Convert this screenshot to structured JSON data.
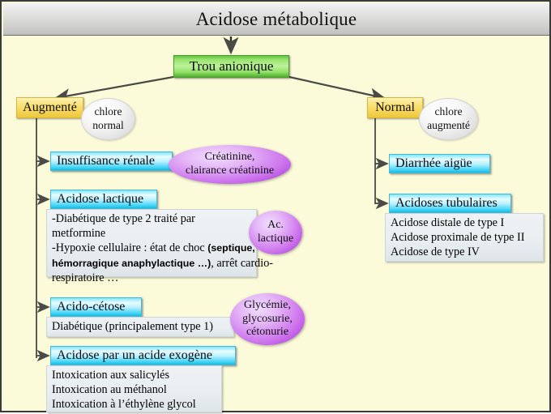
{
  "title": "Acidose métabolique",
  "root_node": "Trou anionique",
  "branches": {
    "left": {
      "label": "Augmenté",
      "marker_line1": "chlore",
      "marker_line2": "normal"
    },
    "right": {
      "label": "Normal",
      "marker_line1": "chlore",
      "marker_line2": "augmenté"
    }
  },
  "left_items": [
    {
      "heading": "Insuffisance rénale",
      "lines": [],
      "bubble": [
        "Créatinine,",
        "clairance créatinine"
      ]
    },
    {
      "heading": "Acidose lactique",
      "lines": [
        "-Diabétique de type 2 traité par",
        "metformine",
        "-Hypoxie cellulaire : état de choc (septique,",
        "hémorragique anaphylactique …), arrêt cardio-",
        "respiratoire …"
      ],
      "bubble": [
        "Ac.",
        "lactique"
      ]
    },
    {
      "heading": "Acido-cétose",
      "lines": [
        "Diabétique (principalement type 1)"
      ],
      "bubble": [
        "Glycémie,",
        "glycosurie,",
        "cétonurie"
      ]
    },
    {
      "heading": "Acidose par un acide exogène",
      "lines": [
        "Intoxication aux salicylés",
        "Intoxication au méthanol",
        "Intoxication à l’éthylène glycol"
      ],
      "bubble": []
    }
  ],
  "right_items": [
    {
      "heading": "Diarrhée aigüe",
      "lines": []
    },
    {
      "heading": "Acidoses tubulaires",
      "lines": [
        "Acidose distale de type I",
        "Acidose proximale de type II",
        "Acidose de type IV"
      ]
    }
  ],
  "colors": {
    "background": "#fbfbda",
    "title_bar": "#dededd",
    "root_node": "#9ae46f",
    "branch_label": "#f7d85e",
    "item_heading": "#7fe9ff",
    "bubble": "#cf79ee",
    "connector": "#4a4a46"
  }
}
